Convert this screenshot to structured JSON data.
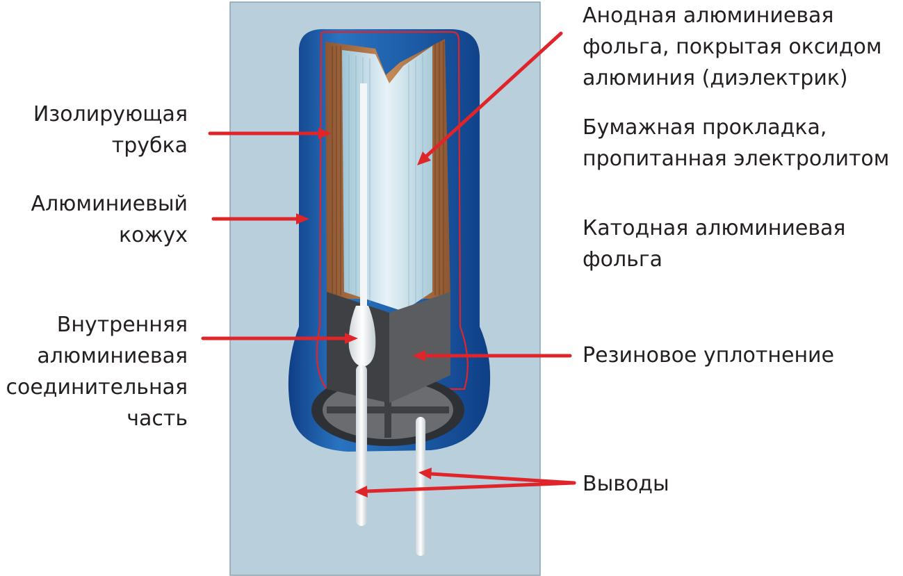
{
  "colors": {
    "panel_background": "#b9d0dc",
    "case_blue": "#1f5ea8",
    "insulation_line": "#e0252a",
    "arrow_red": "#e0252a",
    "copper": "#b8794a",
    "foil_light": "#d7eaf2",
    "rubber_gray": "#4e4e52",
    "lead_white": "#f3f5f6"
  },
  "labels": {
    "insulating_tube": [
      "Изолирующая",
      "трубка"
    ],
    "aluminum_case": [
      "Алюминиевый",
      "кожух"
    ],
    "inner_connector": [
      "Внутренняя",
      "алюминиевая",
      "соединительная",
      "часть"
    ],
    "anode_foil": [
      "Анодная алюминиевая",
      "фольга, покрытая оксидом",
      "алюминия (диэлектрик)"
    ],
    "paper_spacer": [
      "Бумажная прокладка,",
      "пропитанная электролитом"
    ],
    "cathode_foil": [
      "Катодная алюминиевая",
      "фольга"
    ],
    "rubber_seal": [
      "Резиновое уплотнение"
    ],
    "leads": [
      "Выводы"
    ]
  }
}
